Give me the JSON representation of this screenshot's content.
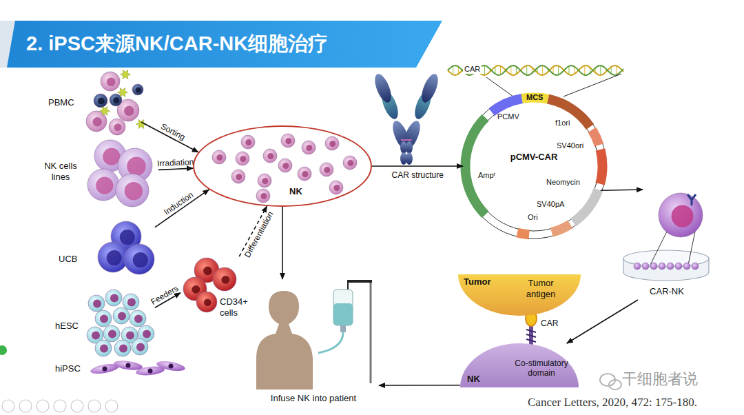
{
  "diagram": {
    "title": "2. iPSC来源NK/CAR-NK细胞治疗",
    "caption": "Cancer Letters, 2020, 472: 175-180.",
    "nodes": [
      {
        "text": [
          "PBMC"
        ]
      },
      {
        "text": [
          "NK cells lines"
        ]
      },
      {
        "text": [
          "UCB"
        ]
      },
      {
        "text": [
          "hESC"
        ]
      },
      {
        "text": [
          "hiPSC"
        ]
      },
      {
        "text": [
          "CD34+ cells"
        ]
      },
      {
        "text": [
          "NK"
        ]
      },
      {
        "text": [
          "Infuse NK into patient"
        ]
      },
      {
        "text": [
          "pCMV-CAR"
        ]
      },
      {
        "text": [
          "CAR-NK"
        ]
      },
      {
        "text": [
          "Tumor",
          "Tumor antigen"
        ]
      },
      {
        "text": [
          "Co-stimulatory domain",
          "NK"
        ]
      }
    ],
    "edges": [
      {
        "from": 0,
        "to": 6,
        "label": "Sorting",
        "arrow": "to"
      },
      {
        "from": 1,
        "to": 6,
        "label": "Irradiation",
        "arrow": "to"
      },
      {
        "from": 2,
        "to": 6,
        "label": "Induction",
        "arrow": "to"
      },
      {
        "from": 3,
        "to": 5,
        "label": "Feeders",
        "arrow": "to"
      },
      {
        "from": 5,
        "to": 6,
        "label": "Differentiation",
        "arrow": "to"
      },
      {
        "from": 6,
        "to": 7,
        "arrow": "to"
      },
      {
        "from": 6,
        "to": 8,
        "label": "CAR structure",
        "arrow": "to"
      },
      {
        "from": 8,
        "to": 9,
        "arrow": "to"
      },
      {
        "from": 9,
        "to": 11,
        "arrow": "to"
      },
      {
        "from": 11,
        "to": 7,
        "arrow": "to"
      }
    ],
    "labels": [
      "CAR",
      "PCMV",
      "MCS",
      "f1ori",
      "SV40ori",
      "Neomycin",
      "SV40pA",
      "Ori",
      "Ampʳ",
      "CAR",
      "干细胞者说"
    ]
  }
}
